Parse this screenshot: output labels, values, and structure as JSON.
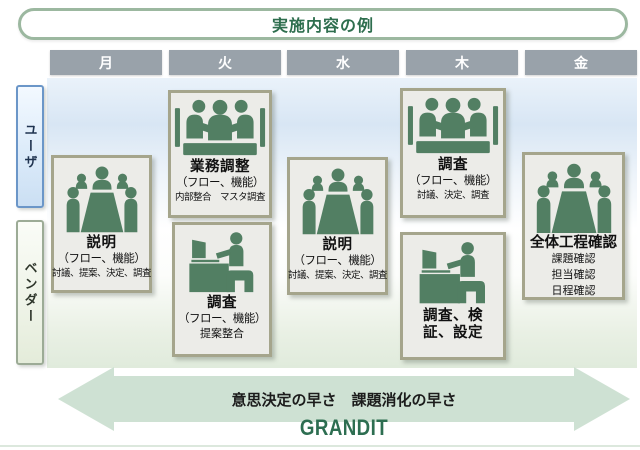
{
  "title": "実施内容の例",
  "days": [
    {
      "label": "月"
    },
    {
      "label": "火"
    },
    {
      "label": "水"
    },
    {
      "label": "木"
    },
    {
      "label": "金"
    }
  ],
  "rows": [
    {
      "label": "ユーザ"
    },
    {
      "label": "ベンダー"
    }
  ],
  "cards": [
    {
      "day": "月",
      "row": "ユーザ・ベンダー",
      "icon": "meeting-table-icon",
      "title": "説明",
      "subtitle": "（フロー、機能）",
      "details": [
        "討議、提案、決定、調査"
      ]
    },
    {
      "day": "火",
      "row": "ユーザ",
      "icon": "negotiation-icon",
      "title": "業務調整",
      "subtitle": "（フロー、機能）",
      "details": [
        "内部整合　マスタ調査"
      ]
    },
    {
      "day": "火",
      "row": "ベンダー",
      "icon": "desk-work-icon",
      "title": "調査",
      "subtitle": "（フロー、機能）",
      "details": [
        "提案整合"
      ]
    },
    {
      "day": "水",
      "row": "ユーザ・ベンダー",
      "icon": "meeting-table-icon",
      "title": "説明",
      "subtitle": "（フロー、機能）",
      "details": [
        "討議、提案、決定、調査"
      ]
    },
    {
      "day": "木",
      "row": "ユーザ",
      "icon": "negotiation-icon",
      "title": "調査",
      "subtitle": "（フロー、機能）",
      "details": [
        "討議、決定、調査"
      ]
    },
    {
      "day": "木",
      "row": "ベンダー",
      "icon": "desk-work-icon",
      "title": "調査、検証、設定",
      "subtitle": "",
      "details": []
    },
    {
      "day": "金",
      "row": "ユーザ・ベンダー",
      "icon": "meeting-table-icon",
      "title": "全体工程確認",
      "subtitle": "",
      "details": [
        "課題確認",
        "担当確認",
        "日程確認"
      ]
    }
  ],
  "arrow": {
    "label": "意思決定の早さ　課題消化の早さ"
  },
  "brand": "GRANDIT",
  "colors": {
    "icon_green": "#527f63",
    "title_green": "#2e6e4e",
    "pill_border": "#9cb8a0",
    "day_bg": "#99a2aa",
    "card_bg": "#ecece8",
    "card_border": "#a5a58c",
    "arrow_fill": "#cee1d3",
    "brand_green": "#2d6e51",
    "user_border": "#6b96c8",
    "vendor_border": "#9cab96"
  }
}
